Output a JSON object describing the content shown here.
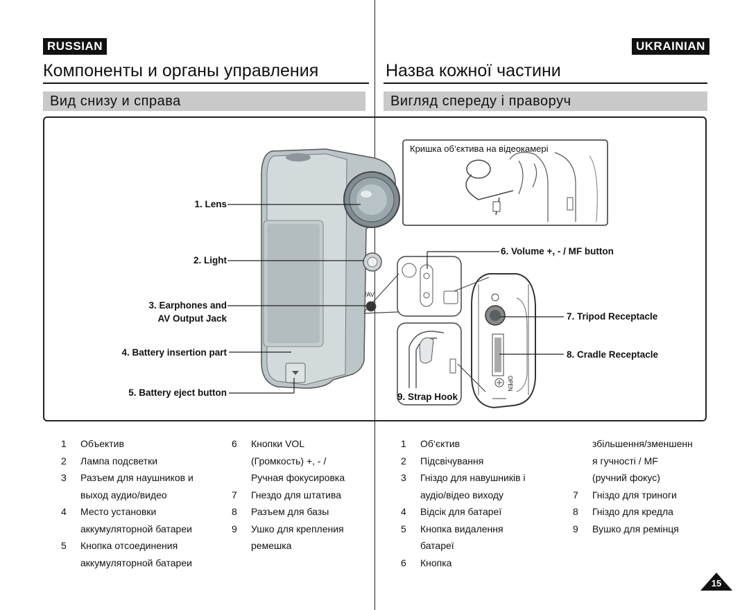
{
  "left": {
    "lang": "RUSSIAN",
    "title": "Компоненты и органы управления",
    "subtitle": "Вид снизу и справа",
    "items": [
      {
        "num": "1",
        "lines": [
          "Объектив"
        ]
      },
      {
        "num": "2",
        "lines": [
          "Лампа подсветки"
        ]
      },
      {
        "num": "3",
        "lines": [
          "Разъем для наушников и",
          "выход аудио/видео"
        ]
      },
      {
        "num": "4",
        "lines": [
          "Место установки",
          "аккумуляторной батареи"
        ]
      },
      {
        "num": "5",
        "lines": [
          "Кнопка отсоединения",
          "аккумуляторной батареи"
        ]
      }
    ],
    "items2": [
      {
        "num": "6",
        "lines": [
          "Кнопки VOL",
          "(Громкость) +, - /",
          "Ручная фокусировка"
        ]
      },
      {
        "num": "7",
        "lines": [
          "Гнездо для штатива"
        ]
      },
      {
        "num": "8",
        "lines": [
          "Разъем для базы"
        ]
      },
      {
        "num": "9",
        "lines": [
          "Ушко для крепления",
          "ремешка"
        ]
      }
    ]
  },
  "right": {
    "lang": "UKRAINIAN",
    "title": "Назва кожної частини",
    "subtitle": "Вигляд спереду і праворуч",
    "items": [
      {
        "num": "1",
        "lines": [
          "Об‘єктив"
        ]
      },
      {
        "num": "2",
        "lines": [
          "Підсвічування"
        ]
      },
      {
        "num": "3",
        "lines": [
          "Гніздо для навушників і",
          "аудіо/відео виходу"
        ]
      },
      {
        "num": "4",
        "lines": [
          "Відсік для батареї"
        ]
      },
      {
        "num": "5",
        "lines": [
          "Кнопка видалення",
          "батареї"
        ]
      },
      {
        "num": "6",
        "lines": [
          "Кнопка"
        ]
      }
    ],
    "items2_cont": [
      "збільшення/зменшенн",
      "я гучності / MF",
      "(ручний фокус)"
    ],
    "items2": [
      {
        "num": "7",
        "lines": [
          "Гніздо для триноги"
        ]
      },
      {
        "num": "8",
        "lines": [
          "Гніздо для кредла"
        ]
      },
      {
        "num": "9",
        "lines": [
          "Вушко для ремінця"
        ]
      }
    ]
  },
  "figure": {
    "callouts": {
      "lens": "1. Lens",
      "light": "2. Light",
      "earphones_1": "3. Earphones and",
      "earphones_2": "AV Output Jack",
      "battery_part": "4. Battery insertion part",
      "battery_eject": "5. Battery eject button",
      "volume": "6. Volume +, - / MF button",
      "tripod": "7. Tripod Receptacle",
      "cradle": "8. Cradle Receptacle",
      "strap": "9. Strap Hook"
    },
    "inset_caption": "Кришка об‘єктива на відеокамері",
    "jack_label": "/AV",
    "open_label": "OPEN",
    "colors": {
      "body": "#b9c3c5",
      "lens": "#9ba7ad",
      "frame": "#222222",
      "subhead_bg": "#c9c9c9"
    }
  },
  "page_number": "15"
}
